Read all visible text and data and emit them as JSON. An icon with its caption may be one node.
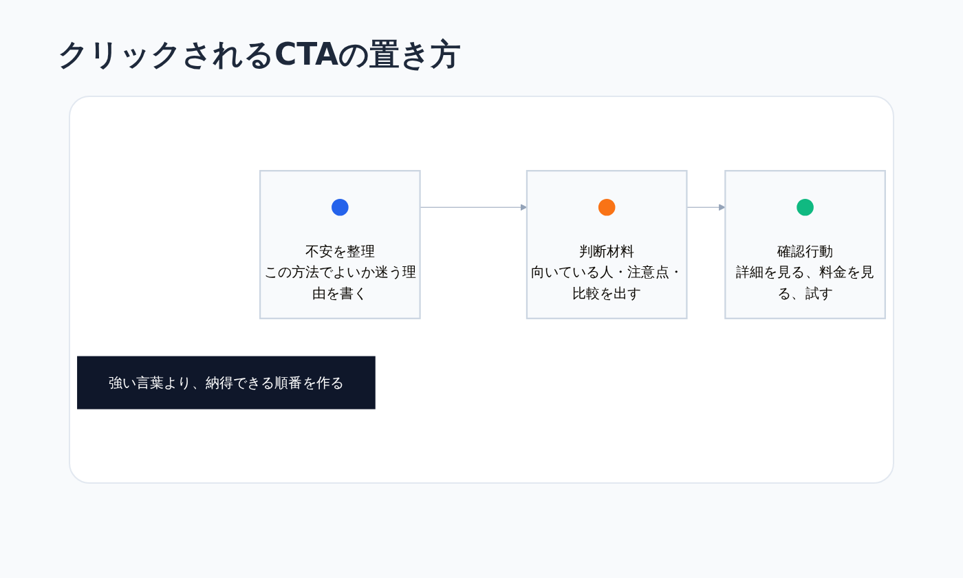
{
  "diagram": {
    "title": "クリックされるCTAの置き方",
    "nodes": [
      {
        "text": [
          "不安を整理",
          "この方法でよいか迷う理由を書く"
        ]
      },
      {
        "text": [],
        "shape": "circle",
        "in": 0
      },
      {
        "text": [
          "判断材料",
          "向いている人・注意点・比較を出す"
        ]
      },
      {
        "text": [],
        "shape": "circle",
        "in": 2
      },
      {
        "text": [
          "確認行動",
          "詳細を見る、料金を見る、試す"
        ]
      },
      {
        "text": [],
        "shape": "circle",
        "in": 4
      },
      {
        "text": [
          "強い言葉より、納得できる順番を作る"
        ]
      }
    ],
    "edges": [
      {
        "from": 0,
        "to": 2,
        "arrow": "to"
      },
      {
        "from": 2,
        "to": 4,
        "arrow": "to"
      }
    ]
  }
}
